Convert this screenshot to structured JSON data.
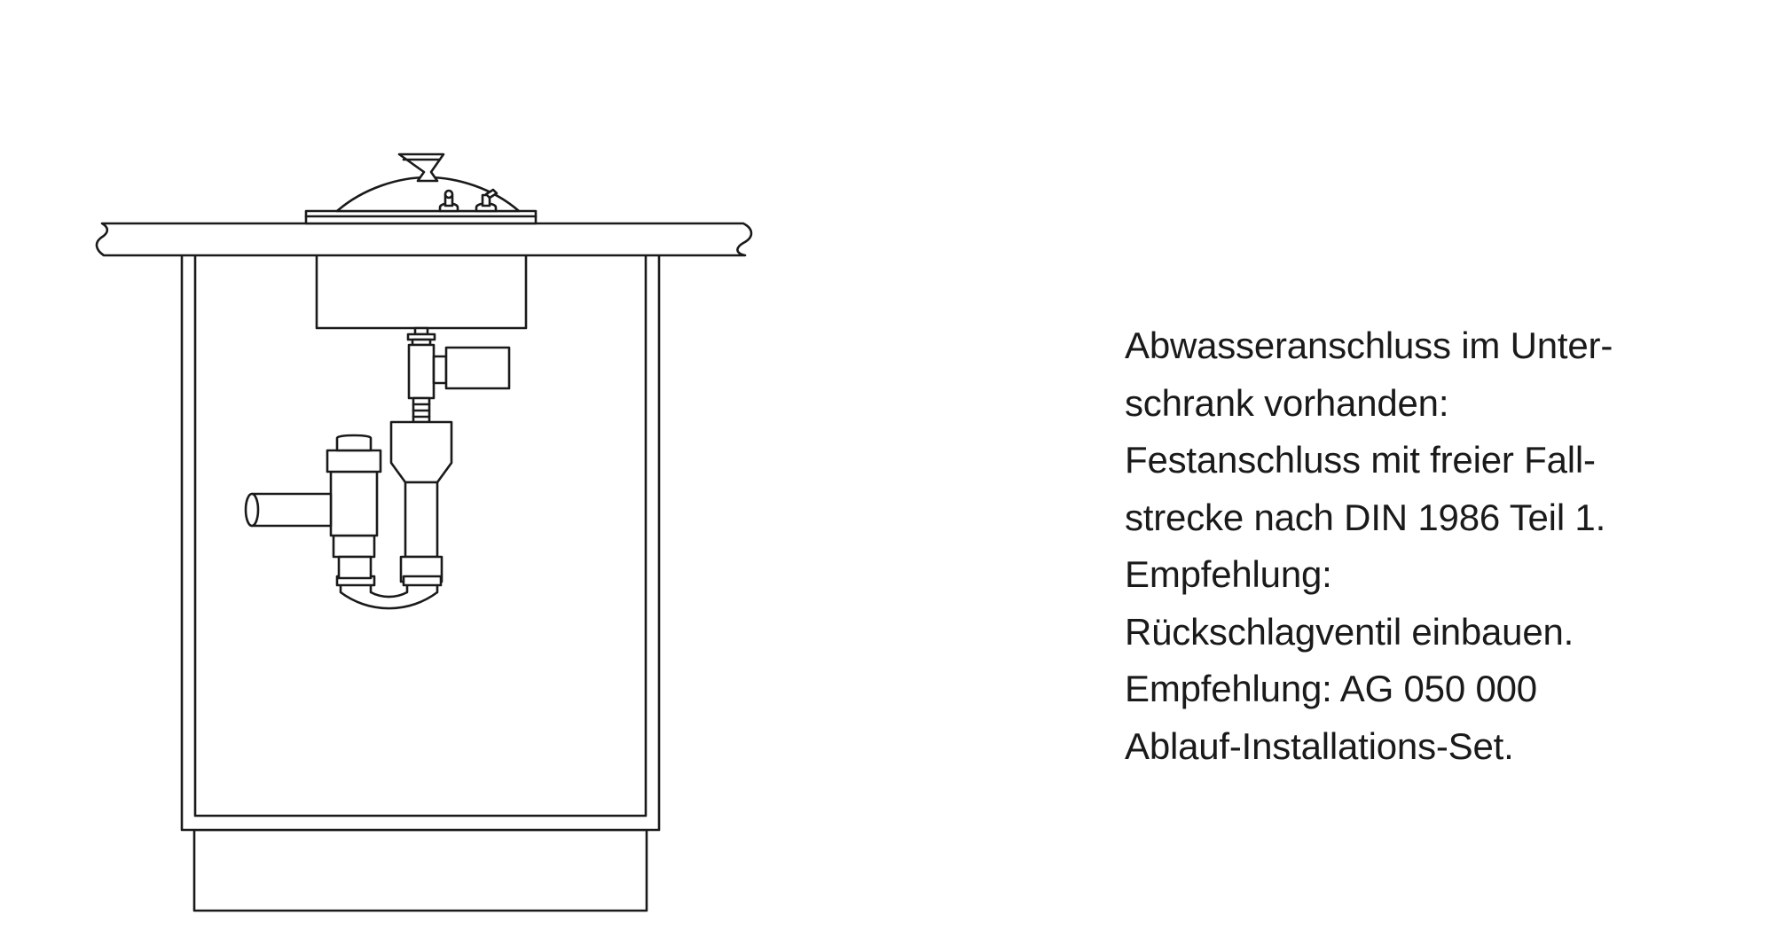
{
  "description": {
    "lines": [
      "Abwasseranschluss im Unter-",
      "schrank vorhanden:",
      "Festanschluss mit freier Fall-",
      "strecke nach DIN 1986 Teil 1.",
      "Empfehlung:",
      "Rückschlagventil einbauen.",
      "Empfehlung: AG 050 000",
      "Ablauf-Installations-Set."
    ]
  }
}
